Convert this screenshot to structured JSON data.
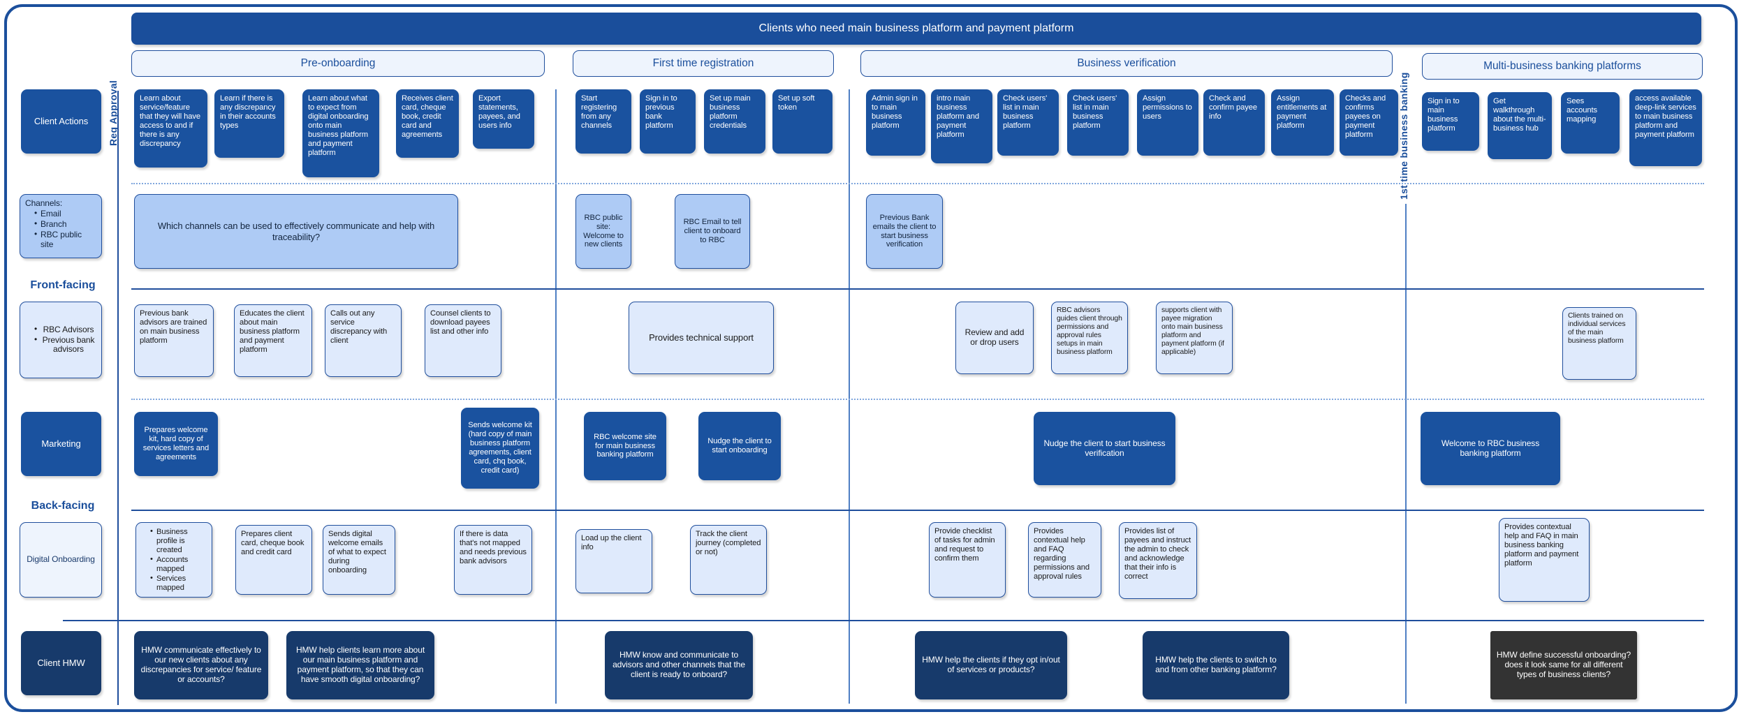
{
  "banner": {
    "title": "Clients who need main business platform and payment platform"
  },
  "phases": [
    {
      "id": "pre-onboarding",
      "label": "Pre-onboarding"
    },
    {
      "id": "first-time-registration",
      "label": "First time registration"
    },
    {
      "id": "business-verification",
      "label": "Business verification"
    },
    {
      "id": "multi-business-banking-platforms",
      "label": "Multi-business banking platforms"
    }
  ],
  "vertical_labels": {
    "reg_approval": "Reg Approval",
    "first_time_business_banking": "1st time business banking"
  },
  "section_labels": {
    "front_facing": "Front-facing",
    "back_facing": "Back-facing"
  },
  "rows": {
    "client_actions": {
      "label": "Client Actions",
      "cards": [
        "Learn about service/feature that they will have access to and if there is any discrepancy",
        "Learn if there is any discrepancy in their accounts types",
        "Learn about what to expect from digital onboarding onto main business platform and payment platform",
        "Receives client card, cheque book, credit card and agreements",
        "Export statements, payees, and users info",
        "Start registering from any channels",
        "Sign in to previous bank platform",
        "Set up main business platform credentials",
        "Set up soft token",
        "Admin sign in to main business platform",
        "intro main business platform and payment platform",
        "Check users' list in main business platform",
        "Check users' list in main business platform",
        "Assign permissions to users",
        "Check and confirm payee info",
        "Assign entitlements at payment platform",
        "Checks and confirms payees on payment platform",
        "Sign in to main business platform",
        "Get walkthrough about the multi-business hub",
        "Sees accounts mapping",
        "access available deep-link services to main business platform and payment platform"
      ]
    },
    "channels": {
      "label_head": "Channels:",
      "label_items": [
        "Email",
        " Branch",
        "RBC public site"
      ],
      "cards": [
        "Which channels can be used to effectively communicate and help with traceability?",
        "RBC public site: Welcome to new clients",
        "RBC Email to tell client to onboard to RBC",
        "Previous Bank emails the client to start business verification"
      ]
    },
    "advisors": {
      "label_items": [
        "RBC Advisors",
        "Previous bank advisors"
      ],
      "cards": [
        "Previous bank advisors are trained on main business platform",
        "Educates the client about main business platform and payment platform",
        "Calls out any service discrepancy with client",
        "Counsel clients to download payees list and other info",
        "Provides technical support",
        "Review and add or drop users",
        "RBC advisors guides client through permissions and approval rules setups in main business platform",
        "supports client with payee migration onto main business platform and payment platform (if applicable)",
        "Clients trained on individual services of the main business platform"
      ]
    },
    "marketing": {
      "label": "Marketing",
      "cards": [
        "Prepares welcome kit, hard copy of services letters and agreements",
        "Sends welcome kit (hard copy of main business platform agreements, client card, chq book, credit card)",
        "RBC welcome site for main business banking platform",
        "Nudge the client to start onboarding",
        "Nudge the client to start business verification",
        "Welcome to RBC business banking platform"
      ]
    },
    "digital_onboarding": {
      "label": "Digital Onboarding",
      "bullets": [
        "Business profile is created",
        "Accounts mapped",
        "Services mapped"
      ],
      "cards": [
        "Prepares client card, cheque book and credit card",
        "Sends digital welcome emails of what to expect during onboarding",
        "If there is data that's not mapped and needs previous bank advisors",
        "Load up the client info",
        "Track the client journey (completed or not)",
        "Provide checklist of tasks for admin and request to confirm them",
        "Provides contextual help and FAQ regarding permissions and approval rules",
        "Provides list of payees and instruct the admin to check and acknowledge that their info is correct",
        "Provides contextual help and FAQ in main business banking platform and payment platform"
      ]
    },
    "client_hmw": {
      "label": "Client HMW",
      "cards": [
        "HMW communicate effectively to our new clients about any discrepancies for service/ feature or accounts?",
        "HMW help clients learn more about our main business platform and payment platform, so that they can have smooth digital onboarding?",
        "HMW know and communicate to advisors and other channels that the client is ready to onboard?",
        "HMW help the clients if they opt in/out of services or products?",
        "HMW help the clients to switch to and from other banking platform?",
        "HMW define successful onboarding? does it look same for all different types of business clients?"
      ]
    }
  },
  "colors": {
    "brand_blue": "#1a4e9b",
    "deep_navy": "#173a6b",
    "mid_blue": "#aecbf5",
    "light_blue": "#dfeafc",
    "pale_blue": "#eef4fd",
    "charcoal": "#333333"
  }
}
